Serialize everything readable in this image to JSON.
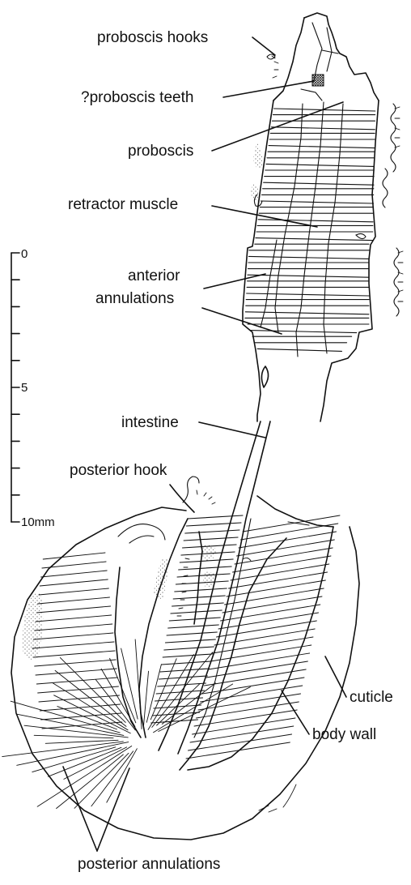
{
  "labels": {
    "proboscis_hooks": "proboscis hooks",
    "proboscis_teeth": "?proboscis teeth",
    "proboscis": "proboscis",
    "retractor_muscle": "retractor muscle",
    "anterior_annulations_line1": "anterior",
    "anterior_annulations_line2": "annulations",
    "intestine": "intestine",
    "posterior_hook": "posterior hook",
    "cuticle": "cuticle",
    "body_wall": "body wall",
    "posterior_annulations": "posterior annulations"
  },
  "scale_bar": {
    "top_label": "0",
    "mid_label": "5",
    "bottom_label": "10mm"
  },
  "colors": {
    "ink": "#111111",
    "background": "#ffffff"
  }
}
